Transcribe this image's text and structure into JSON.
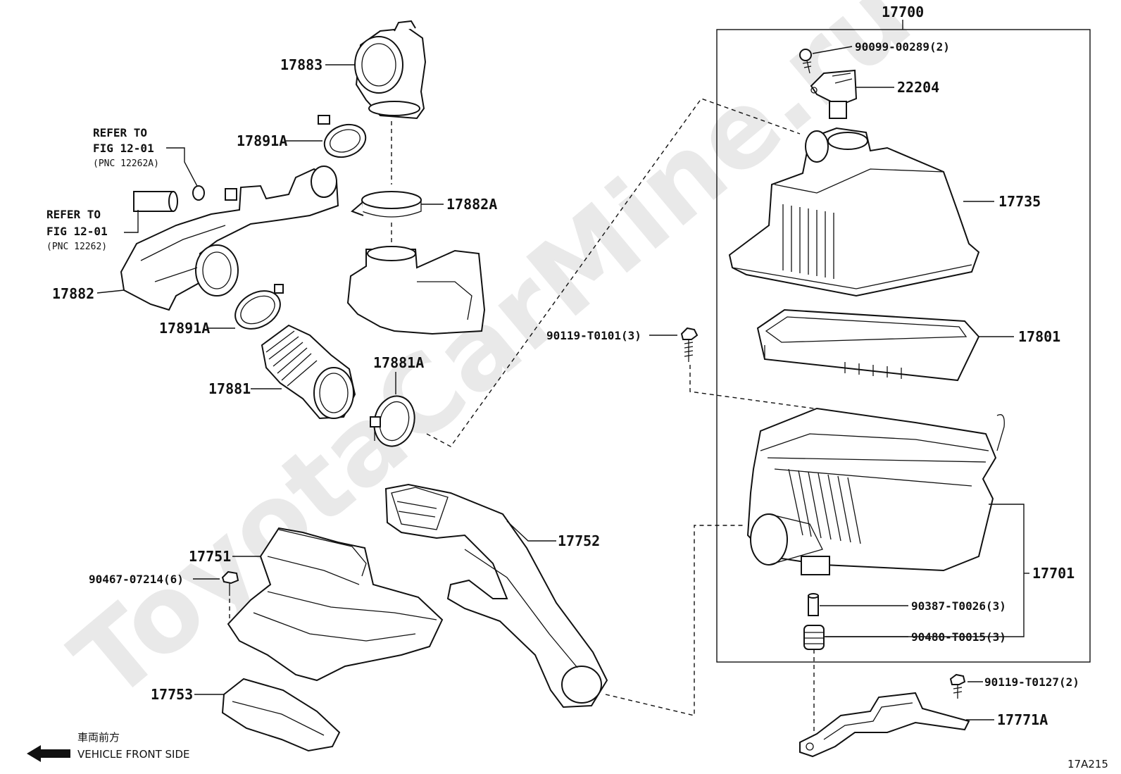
{
  "watermark": "ToyotaCarMine.ru",
  "diagram_code": "17A215",
  "direction": {
    "japanese": "車両前方",
    "english": "VEHICLE FRONT SIDE"
  },
  "references": [
    {
      "line1": "REFER TO",
      "line2": "FIG 12-01",
      "line3": "(PNC 12262A)"
    },
    {
      "line1": "REFER TO",
      "line2": "FIG 12-01",
      "line3": "(PNC 12262)"
    }
  ],
  "parts": {
    "p17700": "17700",
    "p17883": "17883",
    "p17891A_top": "17891A",
    "p17882A": "17882A",
    "p17882": "17882",
    "p17891A_bottom": "17891A",
    "p17881": "17881",
    "p17881A": "17881A",
    "p90099": "90099-00289(2)",
    "p22204": "22204",
    "p17735": "17735",
    "p17801": "17801",
    "p90119_0101": "90119-T0101(3)",
    "p17701": "17701",
    "p90387": "90387-T0026(3)",
    "p90480": "90480-T0015(3)",
    "p90119_0127": "90119-T0127(2)",
    "p17771A": "17771A",
    "p17752": "17752",
    "p17751": "17751",
    "p90467": "90467-07214(6)",
    "p17753": "17753"
  }
}
